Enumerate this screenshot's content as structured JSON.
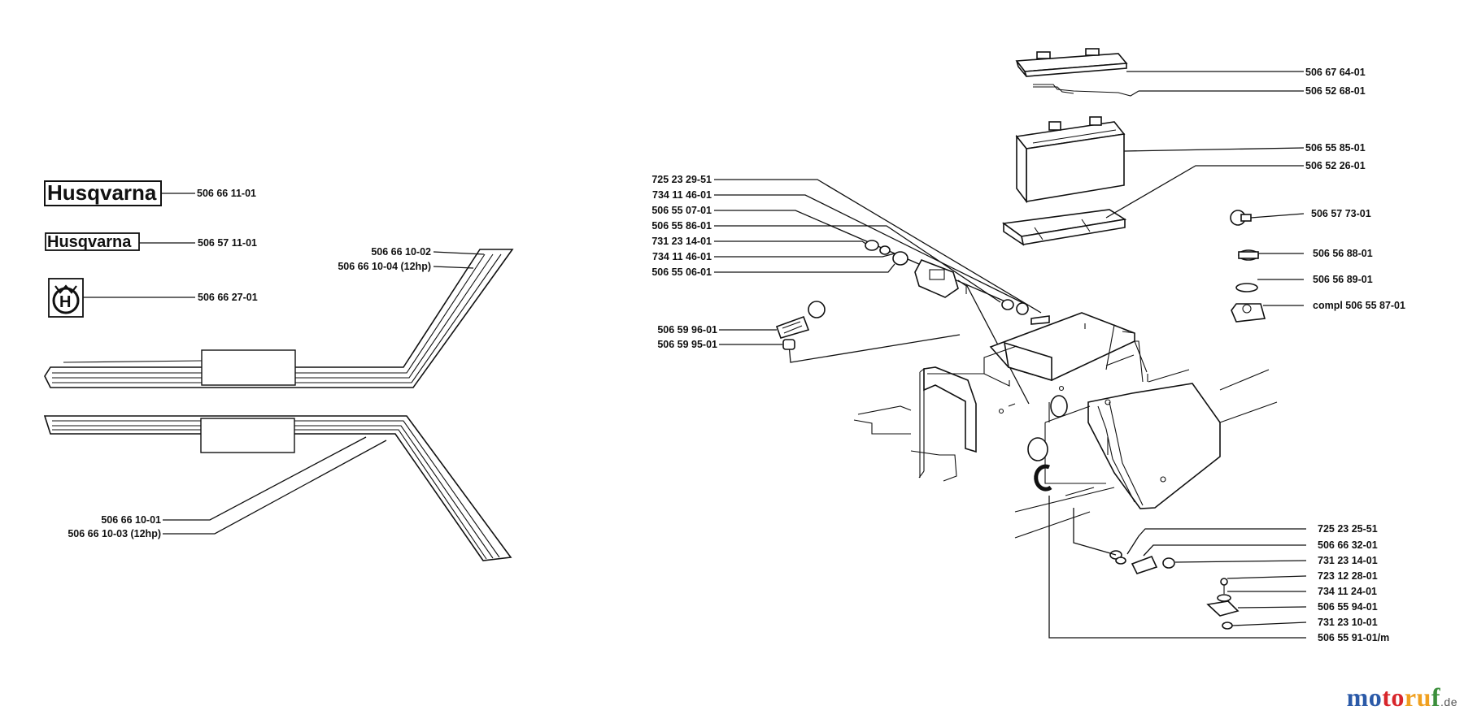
{
  "left_labels": {
    "logo_large": "506 66 11-01",
    "logo_small": "506 57 11-01",
    "emblem": "506 66 27-01",
    "stripe_upper_a": "506 66 10-02",
    "stripe_upper_b": "506 66 10-04 (12hp)",
    "stripe_lower_a": "506 66 10-01",
    "stripe_lower_b": "506 66 10-03 (12hp)"
  },
  "logo_texts": {
    "large": "Husqvarna",
    "small": "Husqvarna",
    "emblem_letter": "H"
  },
  "mid_labels": {
    "l1": "725 23 29-51",
    "l2": "734 11 46-01",
    "l3": "506 55 07-01",
    "l4": "506 55 86-01",
    "l5": "731 23 14-01",
    "l6": "734 11 46-01",
    "l7": "506 55 06-01",
    "l8": "506 59 96-01",
    "l9": "506 59 95-01"
  },
  "right_labels": {
    "r1": "506 67 64-01",
    "r2": "506 52 68-01",
    "r3": "506 55 85-01",
    "r4": "506 52 26-01",
    "r5": "506 57 73-01",
    "r6": "506 56 88-01",
    "r7": "506 56 89-01",
    "r8": "compl 506 55 87-01",
    "r9": "725 23 25-51",
    "r10": "506 66 32-01",
    "r11": "731 23 14-01",
    "r12": "723 12 28-01",
    "r13": "734 11 24-01",
    "r14": "506 55 94-01",
    "r15": "731 23 10-01",
    "r16": "506 55 91-01/m"
  },
  "watermark": {
    "p1": "mo",
    "p2": "to",
    "p3": "ru",
    "p4": "f",
    "tld": ".de"
  }
}
